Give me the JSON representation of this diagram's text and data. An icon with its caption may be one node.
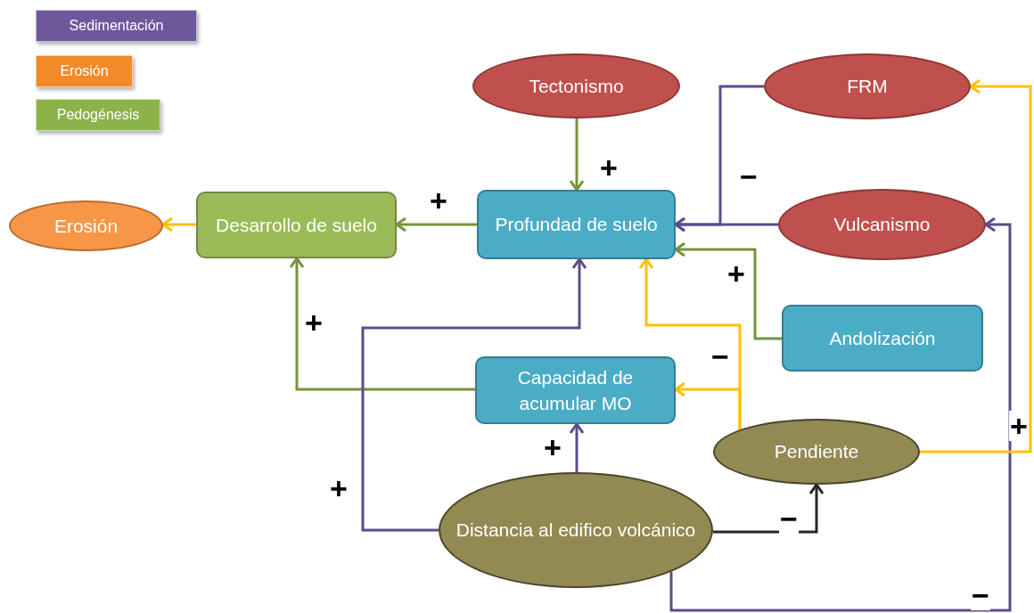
{
  "diagram": {
    "nodes": [
      {
        "text": [
          "Tectonismo"
        ]
      },
      {
        "text": [
          "FRM"
        ]
      },
      {
        "text": [
          "Erosión"
        ]
      },
      {
        "text": [
          "Desarrollo de suelo"
        ]
      },
      {
        "text": [
          "Profundad de suelo"
        ]
      },
      {
        "text": [
          "Vulcanismo"
        ]
      },
      {
        "text": [
          "Andolización"
        ]
      },
      {
        "text": [
          "Capacidad de acumular MO"
        ]
      },
      {
        "text": [
          "Pendiente"
        ]
      },
      {
        "text": [
          "Distancia al edifico volcánico"
        ]
      }
    ],
    "edges": [
      {
        "from": 0,
        "to": 4,
        "arrow": "to",
        "label": "+",
        "color": "#77933c"
      },
      {
        "from": 1,
        "to": 4,
        "arrow": "to",
        "label": "−"
      },
      {
        "from": 5,
        "to": 4,
        "arrow": "to"
      },
      {
        "from": 4,
        "to": 3,
        "arrow": "to",
        "label": "+",
        "color": "#77933c"
      },
      {
        "from": 3,
        "to": 2,
        "arrow": "to",
        "color": "#ffc000"
      },
      {
        "from": 6,
        "to": 4,
        "arrow": "to",
        "label": "+",
        "color": "#77933c"
      },
      {
        "from": 7,
        "to": 3,
        "arrow": "to",
        "label": "+",
        "color": "#77933c"
      },
      {
        "from": 8,
        "to": 4,
        "arrow": "to",
        "label": "−",
        "color": "#ffc000"
      },
      {
        "from": 8,
        "to": 7,
        "arrow": "to",
        "color": "#ffc000"
      },
      {
        "from": 9,
        "to": 7,
        "arrow": "to",
        "label": "+"
      },
      {
        "from": 9,
        "to": 4,
        "arrow": "to",
        "label": "+"
      },
      {
        "from": 9,
        "to": 8,
        "arrow": "to",
        "label": "−",
        "color": "#262626"
      },
      {
        "from": 9,
        "to": 5,
        "arrow": "to",
        "label": "−"
      },
      {
        "from": 8,
        "to": 1,
        "arrow": "to",
        "label": "+",
        "color": "#ffc000"
      }
    ],
    "legend": [
      {
        "text": "Sedimentación",
        "color": "#6f579c"
      },
      {
        "text": "Erosión",
        "color": "#f28a2a"
      },
      {
        "text": "Pedogénesis",
        "color": "#8cb24a"
      }
    ]
  }
}
